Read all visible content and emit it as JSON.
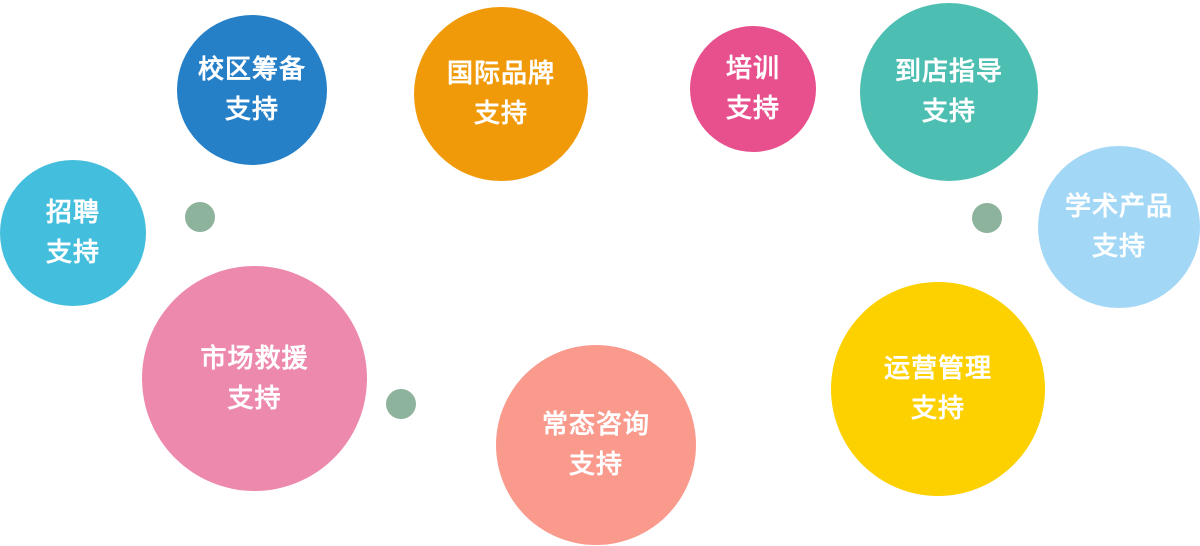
{
  "services": [
    {
      "id": "campus-prep",
      "line1": "校区筹备",
      "line2": "支持",
      "color": "#2680c8"
    },
    {
      "id": "intl-brand",
      "line1": "国际品牌",
      "line2": "支持",
      "color": "#f19a09"
    },
    {
      "id": "training",
      "line1": "培训",
      "line2": "支持",
      "color": "#e8508d"
    },
    {
      "id": "onsite-guidance",
      "line1": "到店指导",
      "line2": "支持",
      "color": "#4dbfb2"
    },
    {
      "id": "academic-products",
      "line1": "学术产品",
      "line2": "支持",
      "color": "#a2d7f6"
    },
    {
      "id": "recruitment",
      "line1": "招聘",
      "line2": "支持",
      "color": "#44bedd"
    },
    {
      "id": "market-rescue",
      "line1": "市场救援",
      "line2": "支持",
      "color": "#ee89ae"
    },
    {
      "id": "consulting",
      "line1": "常态咨询",
      "line2": "支持",
      "color": "#f99a8d"
    },
    {
      "id": "operations",
      "line1": "运营管理",
      "line2": "支持",
      "color": "#fdd000"
    }
  ],
  "dot_color": "#8db39c"
}
